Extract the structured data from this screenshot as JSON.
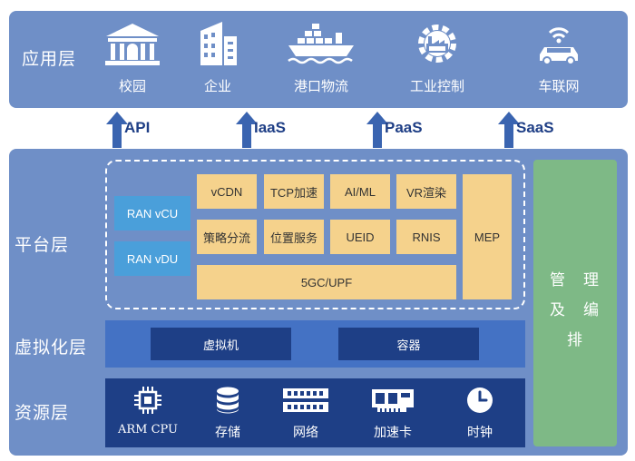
{
  "layers": {
    "app": "应用层",
    "platform": "平台层",
    "virtualization": "虚拟化层",
    "resource": "资源层"
  },
  "apps": [
    {
      "label": "校园",
      "icon": "campus-building-icon"
    },
    {
      "label": "企业",
      "icon": "office-building-icon"
    },
    {
      "label": "港口物流",
      "icon": "cargo-ship-icon"
    },
    {
      "label": "工业控制",
      "icon": "factory-gear-icon"
    },
    {
      "label": "车联网",
      "icon": "connected-car-icon"
    }
  ],
  "service_arrows": [
    "API",
    "IaaS",
    "PaaS",
    "SaaS"
  ],
  "platform": {
    "ran": [
      "RAN vCU",
      "RAN vDU"
    ],
    "grid": [
      "vCDN",
      "TCP加速",
      "AI/ML",
      "VR渲染",
      "策略分流",
      "位置服务",
      "UEID",
      "RNIS"
    ],
    "upf": "5GC/UPF",
    "mep": "MEP"
  },
  "virtualization": [
    "虚拟机",
    "容器"
  ],
  "resources": [
    {
      "label": "ARM CPU",
      "icon": "cpu-chip-icon"
    },
    {
      "label": "存储",
      "icon": "storage-database-icon"
    },
    {
      "label": "网络",
      "icon": "network-switch-icon"
    },
    {
      "label": "加速卡",
      "icon": "accelerator-card-icon"
    },
    {
      "label": "时钟",
      "icon": "clock-icon"
    }
  ],
  "management": [
    "管",
    "理",
    "及",
    "编",
    "排"
  ],
  "colors": {
    "panel": "#6f8fc7",
    "arrow": "#3a64b0",
    "yellow_box": "#f5d28c",
    "ran_box": "#4a9fda",
    "dark_blue": "#1e3f86",
    "management": "#7eb986"
  }
}
